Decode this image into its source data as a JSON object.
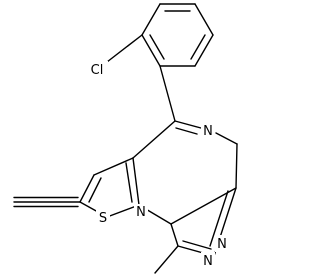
{
  "molecule": {
    "atom_labels": {
      "chlorine": "Cl",
      "imine_nitrogen": "N",
      "sulfur": "S",
      "ring_nitrogen": "N",
      "triazole_nitrogen_right": "N",
      "triazole_nitrogen_bottom": "N"
    },
    "colors": {
      "line": "#000000",
      "background": "#ffffff"
    }
  }
}
